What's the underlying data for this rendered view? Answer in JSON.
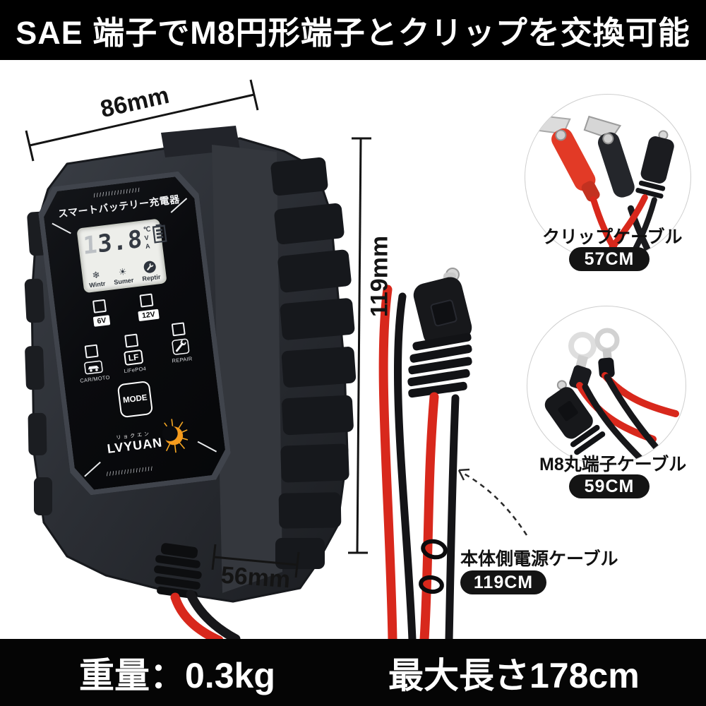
{
  "banner_top": {
    "text": "SAE 端子でM8円形端子とクリップを交換可能"
  },
  "dimensions": {
    "width": "86mm",
    "height": "119mm",
    "depth": "56mm"
  },
  "device": {
    "hatch": "////////////////",
    "title": "スマートバッテリー充電器",
    "lcd": {
      "value_dim": "1",
      "value_main": "3.8",
      "units": [
        "℃",
        "V",
        "A"
      ],
      "modes": [
        {
          "icon": "snowflake",
          "glyph": "❄",
          "label": "Wintr"
        },
        {
          "icon": "sun",
          "glyph": "☀",
          "label": "Sumer"
        },
        {
          "icon": "wrench",
          "label": "Reptir"
        }
      ]
    },
    "voltages": [
      {
        "label": "6V"
      },
      {
        "label": "12V"
      }
    ],
    "charge_modes": [
      {
        "icon": "car",
        "label": "CAR/MOTO"
      },
      {
        "badge": "LF",
        "label": "LiFePO4"
      },
      {
        "icon": "wrench",
        "label": "REPAIR"
      }
    ],
    "mode_button": "MODE",
    "brand": {
      "furigana": "リョクエン",
      "name": "LVYUAN"
    }
  },
  "callouts": [
    {
      "title": "クリップケーブル",
      "length": "57CM"
    },
    {
      "title": "M8丸端子ケーブル",
      "length": "59CM"
    },
    {
      "title": "本体側電源ケーブル",
      "length": "119CM"
    }
  ],
  "banner_bottom": {
    "weight": "重量：0.3kg",
    "max_length": "最大長さ178cm"
  },
  "colors": {
    "cable_red": "#d8281c",
    "badge_bg": "#141414",
    "body_dark": "#17191d",
    "accent_orange": "#f59b1d"
  }
}
